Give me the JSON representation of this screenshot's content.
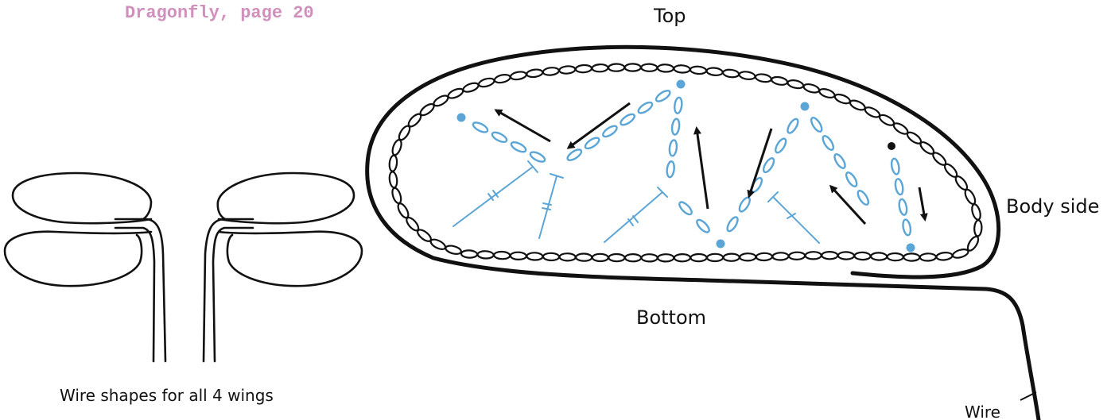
{
  "header": {
    "text": "Dragonfly, page 20",
    "color": "#d08fbd"
  },
  "left_panel": {
    "caption": "Wire shapes for all 4 wings"
  },
  "diagram": {
    "label_top": "Top",
    "label_bottom": "Bottom",
    "label_side": "Body side",
    "label_wire": "Wire"
  },
  "colors": {
    "ink": "#111111",
    "accent": "#5ba6d6"
  }
}
